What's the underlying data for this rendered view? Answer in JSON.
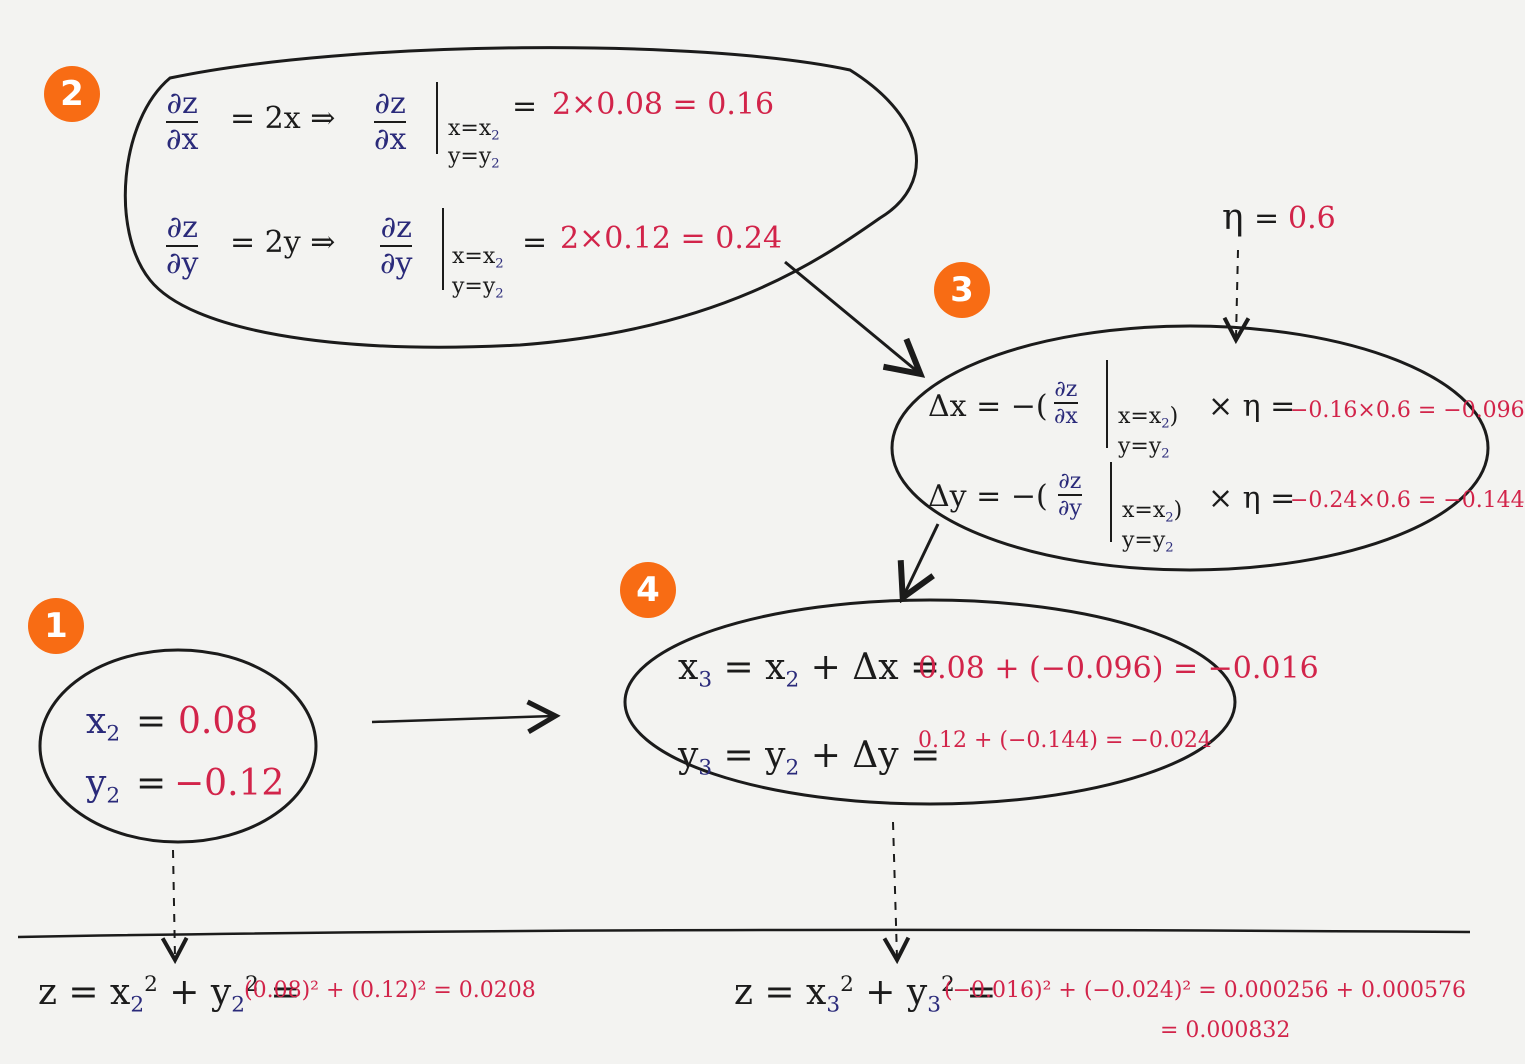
{
  "badges": {
    "b1": "1",
    "b2": "2",
    "b3": "3",
    "b4": "4"
  },
  "step1": {
    "x_lhs": "x",
    "x_sub": "2",
    "x_eq": "=",
    "x_val": "0.08",
    "y_lhs": "y",
    "y_sub": "2",
    "y_eq": "=",
    "y_val": "−0.12"
  },
  "step2": {
    "row1": {
      "num": "∂z",
      "den": "∂x",
      "mid": "= 2x ⇒",
      "num2": "∂z",
      "den2": "∂x",
      "cond1": "x=x",
      "cond1_sub": "2",
      "cond2": "y=y",
      "cond2_sub": "2",
      "eq": "=",
      "calc": "2×0.08 = 0.16"
    },
    "row2": {
      "num": "∂z",
      "den": "∂y",
      "mid": "= 2y ⇒",
      "num2": "∂z",
      "den2": "∂y",
      "cond1": "x=x",
      "cond1_sub": "2",
      "cond2": "y=y",
      "cond2_sub": "2",
      "eq": "=",
      "calc": "2×0.12 = 0.24"
    }
  },
  "eta": {
    "label": "η",
    "eq": "=",
    "val": "0.6"
  },
  "step3": {
    "row1": {
      "lhs": "Δx = −(",
      "num": "∂z",
      "den": "∂x",
      "cond1": "x=x",
      "cond1_sub": "2",
      "close": ")",
      "cond2": "y=y",
      "cond2_sub": "2",
      "times": "× η =",
      "calc": "−0.16×0.6 = −0.096"
    },
    "row2": {
      "lhs": "Δy = −(",
      "num": "∂z",
      "den": "∂y",
      "cond1": "x=x",
      "cond1_sub": "2",
      "close": ")",
      "cond2": "y=y",
      "cond2_sub": "2",
      "times": "× η =",
      "calc": "−0.24×0.6 = −0.144"
    }
  },
  "step4": {
    "row1": {
      "lhs": "x",
      "lhs_sub": "3",
      "mid": "= x",
      "mid_sub": "2",
      "rest": "+ Δx =",
      "calc": "0.08 + (−0.096) = −0.016"
    },
    "row2": {
      "lhs": "y",
      "lhs_sub": "3",
      "mid": "= y",
      "mid_sub": "2",
      "rest": "+ Δy =",
      "calc": "0.12 + (−0.144) = −0.024"
    }
  },
  "bottom_left": {
    "lhs": "z = x",
    "s1": "2",
    "p1": "2",
    "plus": "+ y",
    "s2": "2",
    "p2": "2",
    "eq": "=",
    "calc": "(0.08)² + (0.12)² = 0.0208"
  },
  "bottom_right": {
    "lhs": "z = x",
    "s1": "3",
    "p1": "2",
    "plus": "+ y",
    "s2": "3",
    "p2": "2",
    "eq": "=",
    "calc": "(−0.016)² + (−0.024)² = 0.000256 + 0.000576",
    "calc2": "= 0.000832"
  },
  "colors": {
    "ink": "#1b1b1b",
    "red": "#d2244a",
    "blue": "#2a2a7a",
    "badge": "#f86c14",
    "paper": "#f3f3f1"
  }
}
